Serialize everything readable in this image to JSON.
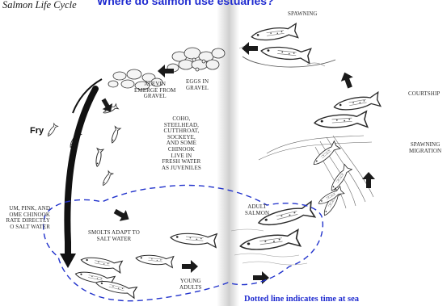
{
  "header": {
    "book_title": "Salmon Life Cycle",
    "question": "Where do salmon use estuaries?"
  },
  "labels": {
    "spawning": "SPAWNING",
    "eggs": [
      "EGGS IN",
      "GRAVEL"
    ],
    "alevin": [
      "ALEVIN",
      "EMERGE FROM",
      "GRAVEL"
    ],
    "courtship": "COURTSHIP",
    "spawning_migration": [
      "SPAWNING",
      "MIGRATION"
    ],
    "freshwater_juveniles": [
      "COHO,",
      "STEELHEAD,",
      "CUTTHROAT,",
      "SOCKEYE,",
      "AND SOME",
      "CHINOOK",
      "LIVE IN",
      "FRESH WATER",
      "AS JUVENILES"
    ],
    "direct_migrants": [
      "UM, PINK, AND",
      "OME CHINOOK",
      "RATE DIRECTLY",
      "O SALT WATER"
    ],
    "fry": "Fry",
    "smolts": [
      "SMOLTS ADAPT TO",
      "SALT WATER"
    ],
    "adult_salmon": [
      "ADULT",
      "SALMON"
    ],
    "young_adults": [
      "YOUNG",
      "ADULTS"
    ]
  },
  "footnote": "Dotted line indicates time at sea",
  "colors": {
    "accent_blue": "#1f2bd0",
    "ink": "#1a1a1a"
  }
}
